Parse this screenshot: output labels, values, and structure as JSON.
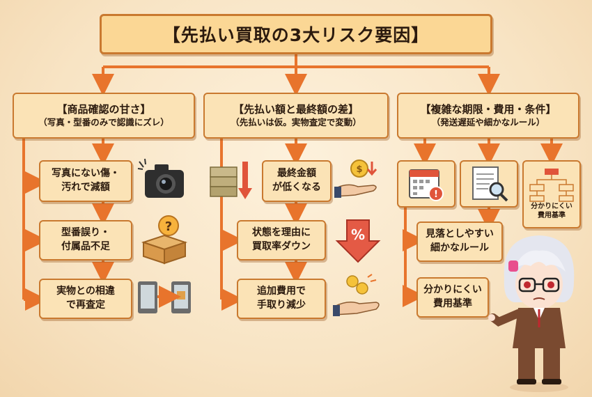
{
  "title": "【先払い買取の3大リスク要因】",
  "categories": [
    {
      "heading": "【商品確認の甘さ】",
      "sub": "（写真・型番のみで認識にズレ）",
      "items": [
        {
          "line1": "写真にない傷・",
          "line2": "汚れで減額",
          "icon": "camera-icon"
        },
        {
          "line1": "型番誤り・",
          "line2": "付属品不足",
          "icon": "question-box-icon"
        },
        {
          "line1": "実物との相違",
          "line2": "で再査定",
          "icon": "tablet-compare-icon"
        }
      ]
    },
    {
      "heading": "【先払い額と最終額の差】",
      "sub": "（先払いは仮。実物査定で変動）",
      "items": [
        {
          "line1": "最終金額",
          "line2": "が低くなる",
          "icon": "coin-hand-icon"
        },
        {
          "line1": "状態を理由に",
          "line2": "買取率ダウン",
          "icon": "percent-down-icon"
        },
        {
          "line1": "追加費用で",
          "line2": "手取り減少",
          "icon": "coins-drop-icon"
        }
      ],
      "side_icon": "money-down-icon"
    },
    {
      "heading": "【複雑な期限・費用・条件】",
      "sub": "（発送遅延や細かなルール）",
      "top_boxes": [
        {
          "icon": "calendar-alert-icon"
        },
        {
          "icon": "document-search-icon"
        },
        {
          "label_line1": "分かりにくい",
          "label_line2": "費用基準",
          "icon": "flowchart-icon"
        }
      ],
      "items": [
        {
          "line1": "見落としやすい",
          "line2": "細かなルール"
        },
        {
          "line1": "分かりにくい",
          "line2": "費用基準"
        }
      ]
    }
  ],
  "colors": {
    "accent": "#e8742c",
    "box_fill": "#fbe3b6",
    "border": "#c9792f",
    "title_fill": "#fbd795"
  }
}
